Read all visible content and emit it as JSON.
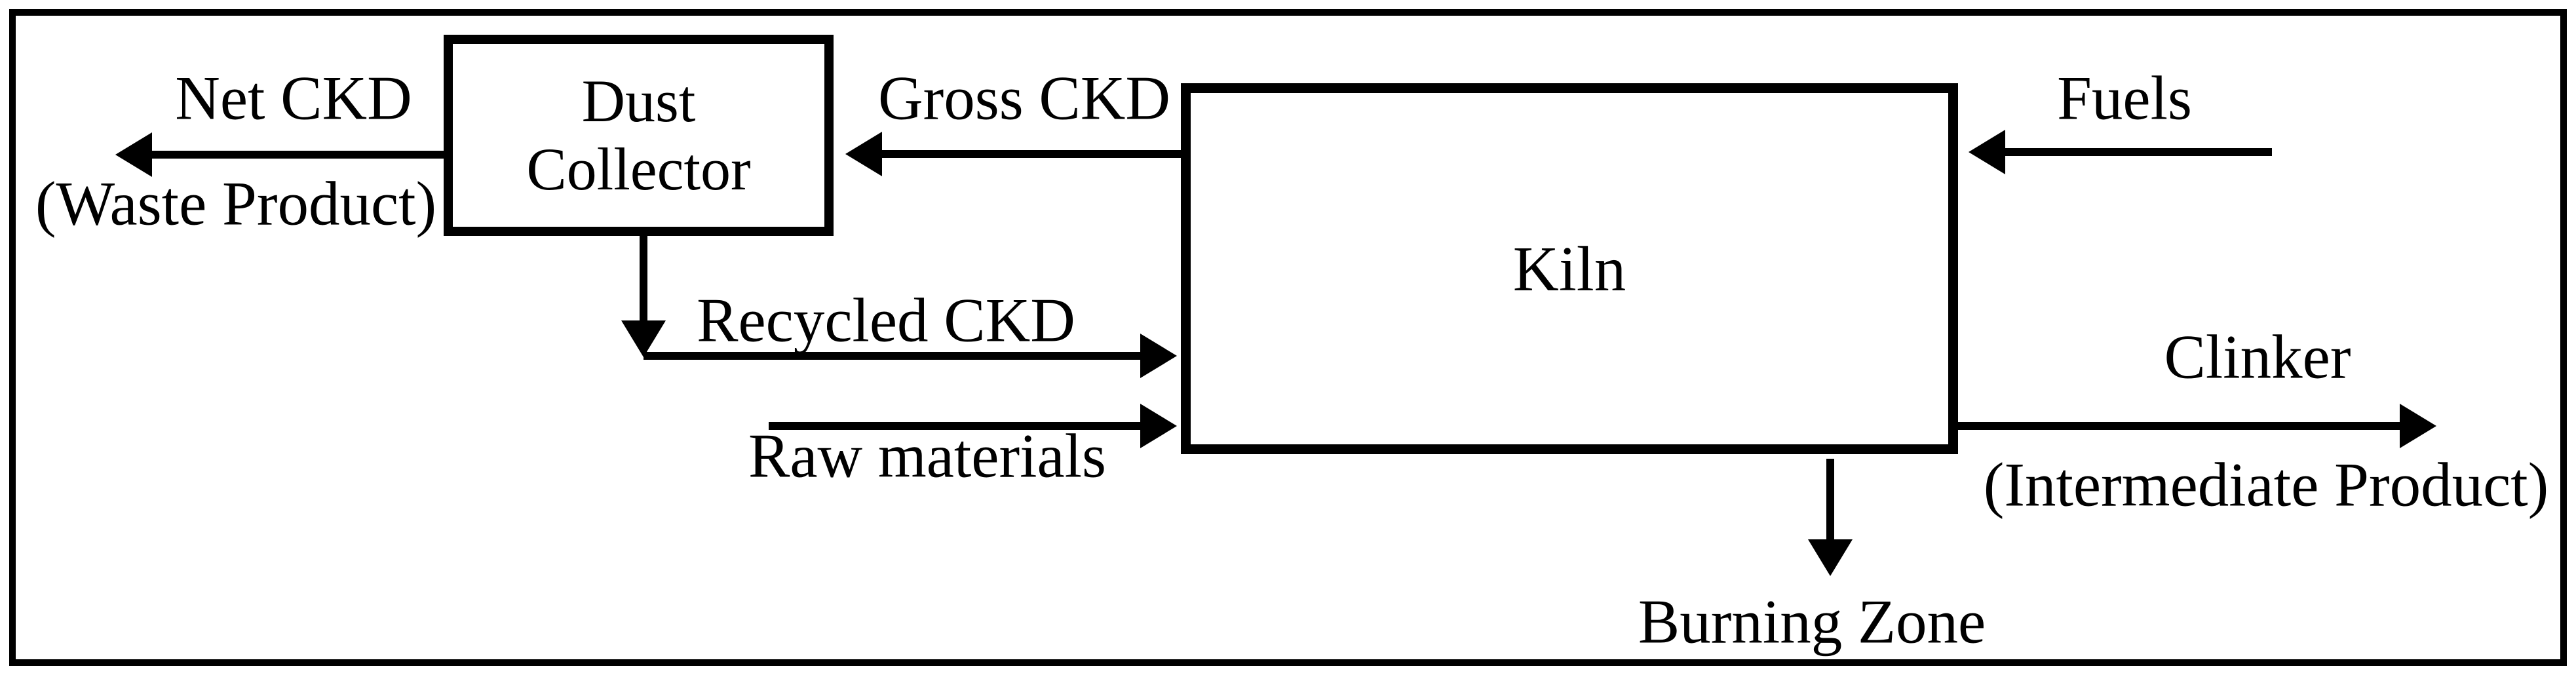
{
  "diagram": {
    "boxes": {
      "dust_collector": {
        "label_lines": [
          "Dust",
          "Collector"
        ]
      },
      "kiln": {
        "label": "Kiln"
      }
    },
    "flows": {
      "net_ckd": {
        "label": "Net CKD",
        "sublabel": "(Waste Product)",
        "direction": "left"
      },
      "gross_ckd": {
        "label": "Gross CKD",
        "direction": "left"
      },
      "recycled_ckd": {
        "label": "Recycled CKD",
        "direction": "down-then-right"
      },
      "raw_materials": {
        "label": "Raw materials",
        "direction": "right"
      },
      "fuels": {
        "label": "Fuels",
        "direction": "left"
      },
      "clinker": {
        "label": "Clinker",
        "sublabel": "(Intermediate Product)",
        "direction": "right"
      },
      "burning_zone": {
        "label": "Burning Zone",
        "direction": "down"
      }
    },
    "colors": {
      "ink": "#000000",
      "background": "#ffffff"
    }
  }
}
